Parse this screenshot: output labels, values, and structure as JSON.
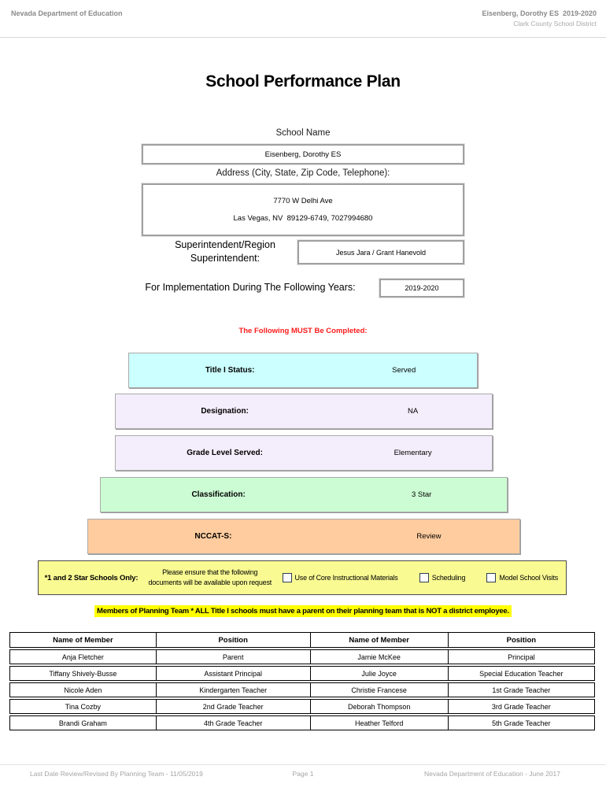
{
  "page": {
    "header": {
      "left": "Nevada Department of Education",
      "right_line1": "Eisenberg, Dorothy ES  2019-2020",
      "right_line2": "Clark County School District"
    },
    "title": "School Performance Plan",
    "school_name": {
      "label": "School Name",
      "value": "Eisenberg, Dorothy ES"
    },
    "address": {
      "label": "Address (City, State, Zip Code, Telephone):",
      "line1": "7770 W Delhi Ave",
      "line2": "Las Vegas, NV  89129-6749, 7027994680"
    },
    "superintendent": {
      "label_line1": "Superintendent/Region",
      "label_line2": "Superintendent:",
      "value": "Jesus Jara / Grant Hanevold"
    },
    "implementation": {
      "label": "For Implementation During The Following Years:",
      "value": "2019-2020"
    },
    "must_complete_notice": "The Following MUST Be Completed:",
    "notice_color": "#fd1a1a",
    "status_rows": [
      {
        "label": "Title I Status:",
        "value": "Served",
        "bg": "#ccffff"
      },
      {
        "label": "Designation:",
        "value": "NA",
        "bg": "#f4edfb"
      },
      {
        "label": "Grade Level Served:",
        "value": "Elementary",
        "bg": "#f4edfb"
      },
      {
        "label": "Classification:",
        "value": "3 Star",
        "bg": "#ccfcd3"
      },
      {
        "label": "NCCAT-S:",
        "value": "Review",
        "bg": "#fecc9e"
      }
    ],
    "star_notice": {
      "label": "*1 and 2 Star Schools Only:",
      "description_line1": "Please ensure that the following",
      "description_line2": "documents will be available upon request",
      "checkboxes": [
        "Use of Core Instructional Materials",
        "Scheduling",
        "Model School Visits"
      ],
      "bg": "#f9fa92"
    },
    "planning_team_notice": "Members of Planning Team * ALL Title I schools must have a parent on their planning team that is NOT a district employee.",
    "highlight_color": "#ffff00",
    "members_table": {
      "headers": [
        "Name of Member",
        "Position",
        "Name of Member",
        "Position"
      ],
      "rows": [
        [
          "Anja Fletcher",
          "Parent",
          "Jamie McKee",
          "Principal"
        ],
        [
          "Tiffany Shively-Busse",
          "Assistant Principal",
          "Julie Joyce",
          "Special Education Teacher"
        ],
        [
          "Nicole Aden",
          "Kindergarten Teacher",
          "Christie Francese",
          "1st Grade Teacher"
        ],
        [
          "Tina Cozby",
          "2nd Grade Teacher",
          "Deborah Thompson",
          "3rd Grade Teacher"
        ],
        [
          "Brandi Graham",
          "4th Grade Teacher",
          "Heather Telford",
          "5th Grade Teacher"
        ]
      ]
    },
    "footer": {
      "left": "Last Date Review/Revised By Planning Team - 11/05/2019",
      "center": "Page 1",
      "right": "Nevada Department of Education - June 2017"
    }
  }
}
